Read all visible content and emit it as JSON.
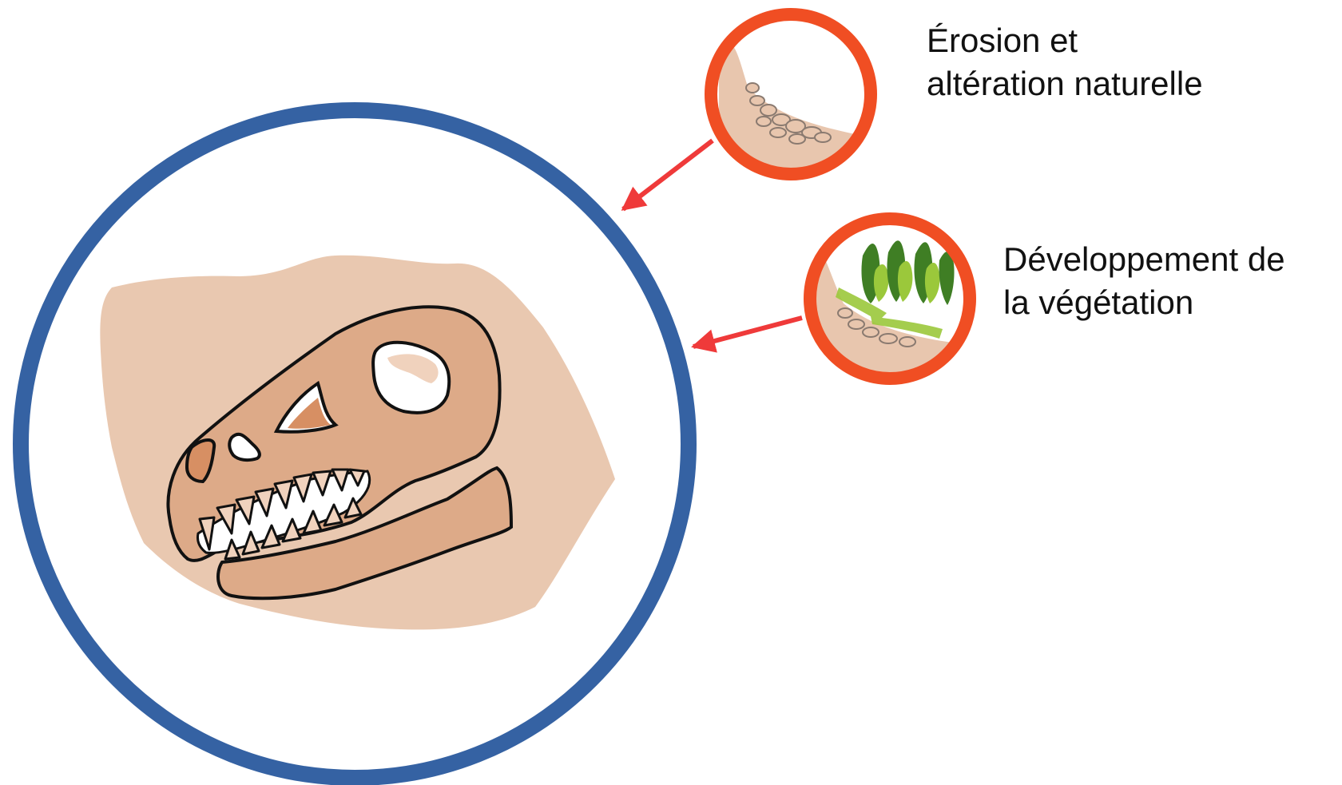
{
  "colors": {
    "main_ring": "#3562a3",
    "factor_ring": "#f04e23",
    "arrow": "#ef3a3a",
    "rock_matrix": "#e9c8b0",
    "skull_fill": "#ddaa88",
    "skull_dark": "#d78f63",
    "skull_light": "#f0d2bd",
    "outline": "#111111",
    "ground": "#e8c6ae",
    "vegetation_dark": "#3f7e24",
    "vegetation_light": "#9bc83b"
  },
  "icons": {
    "main": "dinosaur-skull-fossil-icon",
    "erosion": "eroding-cliff-icon",
    "vegetation": "vegetation-on-cliff-icon"
  },
  "factors": [
    {
      "id": "erosion",
      "label_lines": [
        "Érosion et",
        "altération naturelle"
      ]
    },
    {
      "id": "vegetation",
      "label_lines": [
        "Développement de",
        "la végétation"
      ]
    }
  ]
}
